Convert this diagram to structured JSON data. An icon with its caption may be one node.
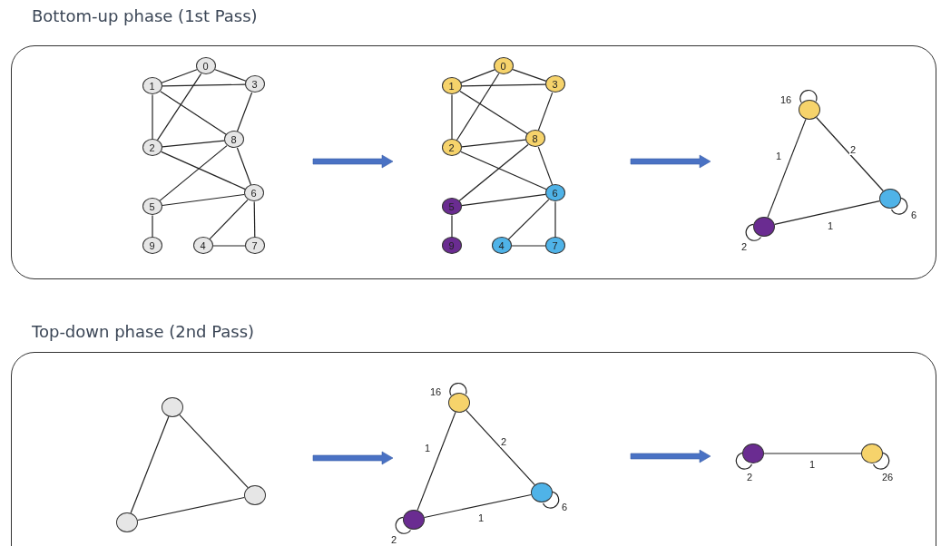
{
  "diagram": {
    "nodes": [
      {
        "text": [
          "Bottom-up phase (1st Pass)"
        ]
      },
      {
        "text": [
          "0"
        ],
        "in": 0
      },
      {
        "text": [
          "1"
        ],
        "in": 0
      },
      {
        "text": [
          "2"
        ],
        "in": 0
      },
      {
        "text": [
          "3"
        ],
        "in": 0
      },
      {
        "text": [
          "4"
        ],
        "in": 0
      },
      {
        "text": [
          "5"
        ],
        "in": 0
      },
      {
        "text": [
          "6"
        ],
        "in": 0
      },
      {
        "text": [
          "7"
        ],
        "in": 0
      },
      {
        "text": [
          "8"
        ],
        "in": 0
      },
      {
        "text": [
          "9"
        ],
        "in": 0
      },
      {
        "text": [
          "0"
        ],
        "in": 0
      },
      {
        "text": [
          "1"
        ],
        "in": 0
      },
      {
        "text": [
          "2"
        ],
        "in": 0
      },
      {
        "text": [
          "3"
        ],
        "in": 0
      },
      {
        "text": [
          "4"
        ],
        "in": 0
      },
      {
        "text": [
          "5"
        ],
        "in": 0
      },
      {
        "text": [
          "6"
        ],
        "in": 0
      },
      {
        "text": [
          "7"
        ],
        "in": 0
      },
      {
        "text": [
          "8"
        ],
        "in": 0
      },
      {
        "text": [
          "9"
        ],
        "in": 0
      },
      {
        "text": [],
        "shape": "circle",
        "in": 0
      },
      {
        "text": [],
        "shape": "circle",
        "in": 0
      },
      {
        "text": [],
        "shape": "circle",
        "in": 0
      },
      {
        "text": [
          "Top-down phase (2nd Pass)"
        ]
      },
      {
        "text": [],
        "shape": "circle",
        "in": 24
      },
      {
        "text": [],
        "shape": "circle",
        "in": 24
      },
      {
        "text": [],
        "shape": "circle",
        "in": 24
      },
      {
        "text": [],
        "shape": "circle",
        "in": 24
      },
      {
        "text": [],
        "shape": "circle",
        "in": 24
      },
      {
        "text": [],
        "shape": "circle",
        "in": 24
      },
      {
        "text": [],
        "shape": "circle",
        "in": 24
      },
      {
        "text": [],
        "shape": "circle",
        "in": 24
      }
    ],
    "edges": [
      {
        "from": 1,
        "to": 2,
        "arrow": "none"
      },
      {
        "from": 1,
        "to": 4,
        "arrow": "none"
      },
      {
        "from": 1,
        "to": 3,
        "arrow": "none"
      },
      {
        "from": 2,
        "to": 4,
        "arrow": "none"
      },
      {
        "from": 2,
        "to": 3,
        "arrow": "none"
      },
      {
        "from": 2,
        "to": 9,
        "arrow": "none"
      },
      {
        "from": 4,
        "to": 9,
        "arrow": "none"
      },
      {
        "from": 3,
        "to": 9,
        "arrow": "none"
      },
      {
        "from": 3,
        "to": 7,
        "arrow": "none"
      },
      {
        "from": 9,
        "to": 6,
        "arrow": "none"
      },
      {
        "from": 9,
        "to": 7,
        "arrow": "none"
      },
      {
        "from": 6,
        "to": 7,
        "arrow": "none"
      },
      {
        "from": 6,
        "to": 10,
        "arrow": "none"
      },
      {
        "from": 7,
        "to": 5,
        "arrow": "none"
      },
      {
        "from": 7,
        "to": 8,
        "arrow": "none"
      },
      {
        "from": 5,
        "to": 8,
        "arrow": "none"
      },
      {
        "from": 11,
        "to": 12,
        "arrow": "none"
      },
      {
        "from": 11,
        "to": 14,
        "arrow": "none"
      },
      {
        "from": 11,
        "to": 13,
        "arrow": "none"
      },
      {
        "from": 12,
        "to": 14,
        "arrow": "none"
      },
      {
        "from": 12,
        "to": 13,
        "arrow": "none"
      },
      {
        "from": 12,
        "to": 19,
        "arrow": "none"
      },
      {
        "from": 14,
        "to": 19,
        "arrow": "none"
      },
      {
        "from": 13,
        "to": 19,
        "arrow": "none"
      },
      {
        "from": 13,
        "to": 17,
        "arrow": "none"
      },
      {
        "from": 19,
        "to": 16,
        "arrow": "none"
      },
      {
        "from": 19,
        "to": 17,
        "arrow": "none"
      },
      {
        "from": 16,
        "to": 17,
        "arrow": "none"
      },
      {
        "from": 16,
        "to": 20,
        "arrow": "none"
      },
      {
        "from": 17,
        "to": 15,
        "arrow": "none"
      },
      {
        "from": 17,
        "to": 18,
        "arrow": "none"
      },
      {
        "from": 15,
        "to": 18,
        "arrow": "none"
      },
      {
        "from": 21,
        "to": 21,
        "label": "16",
        "arrow": "none"
      },
      {
        "from": 21,
        "to": 22,
        "label": "2",
        "arrow": "none"
      },
      {
        "from": 21,
        "to": 23,
        "label": "1",
        "arrow": "none"
      },
      {
        "from": 23,
        "to": 22,
        "label": "1",
        "arrow": "none"
      },
      {
        "from": 22,
        "to": 22,
        "label": "6",
        "arrow": "none"
      },
      {
        "from": 23,
        "to": 23,
        "label": "2",
        "arrow": "none"
      },
      {
        "from": 25,
        "to": 26,
        "arrow": "none"
      },
      {
        "from": 25,
        "to": 27,
        "arrow": "none"
      },
      {
        "from": 27,
        "to": 26,
        "arrow": "none"
      },
      {
        "from": 28,
        "to": 28,
        "label": "16",
        "arrow": "none"
      },
      {
        "from": 28,
        "to": 29,
        "label": "2",
        "arrow": "none"
      },
      {
        "from": 28,
        "to": 30,
        "label": "1",
        "arrow": "none"
      },
      {
        "from": 30,
        "to": 29,
        "label": "1",
        "arrow": "none"
      },
      {
        "from": 29,
        "to": 29,
        "label": "6",
        "arrow": "none"
      },
      {
        "from": 30,
        "to": 30,
        "label": "2",
        "arrow": "none"
      },
      {
        "from": 31,
        "to": 32,
        "label": "1",
        "arrow": "none"
      },
      {
        "from": 31,
        "to": 31,
        "label": "2",
        "arrow": "none"
      },
      {
        "from": 32,
        "to": 32,
        "label": "26",
        "arrow": "none"
      }
    ]
  }
}
